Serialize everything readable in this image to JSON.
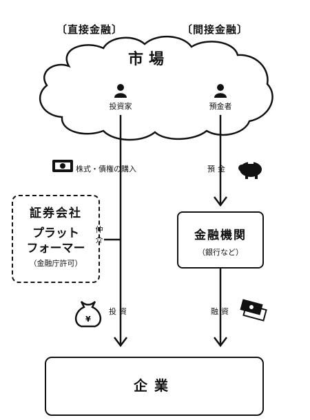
{
  "header": {
    "direct": "〔直接金融〕",
    "indirect": "〔間接金融〕"
  },
  "cloud": {
    "market": "市場",
    "investor": "投資家",
    "depositor": "預金者"
  },
  "flows": {
    "buy_securities": "株式・債権の購入",
    "deposit": "預金",
    "intermediary": "仲介",
    "investment": "投資",
    "loan": "融資"
  },
  "securities_box": {
    "title": "証券会社",
    "platform_line1": "プラット",
    "platform_line2": "フォーマー",
    "note": "（金融庁許可）"
  },
  "bank_box": {
    "title": "金融機関",
    "note": "（銀行など）"
  },
  "company_box": {
    "title": "企業"
  },
  "icons": [
    "person-icon",
    "cash-icon",
    "piggy-bank-icon",
    "money-bag-icon",
    "banknotes-icon"
  ]
}
